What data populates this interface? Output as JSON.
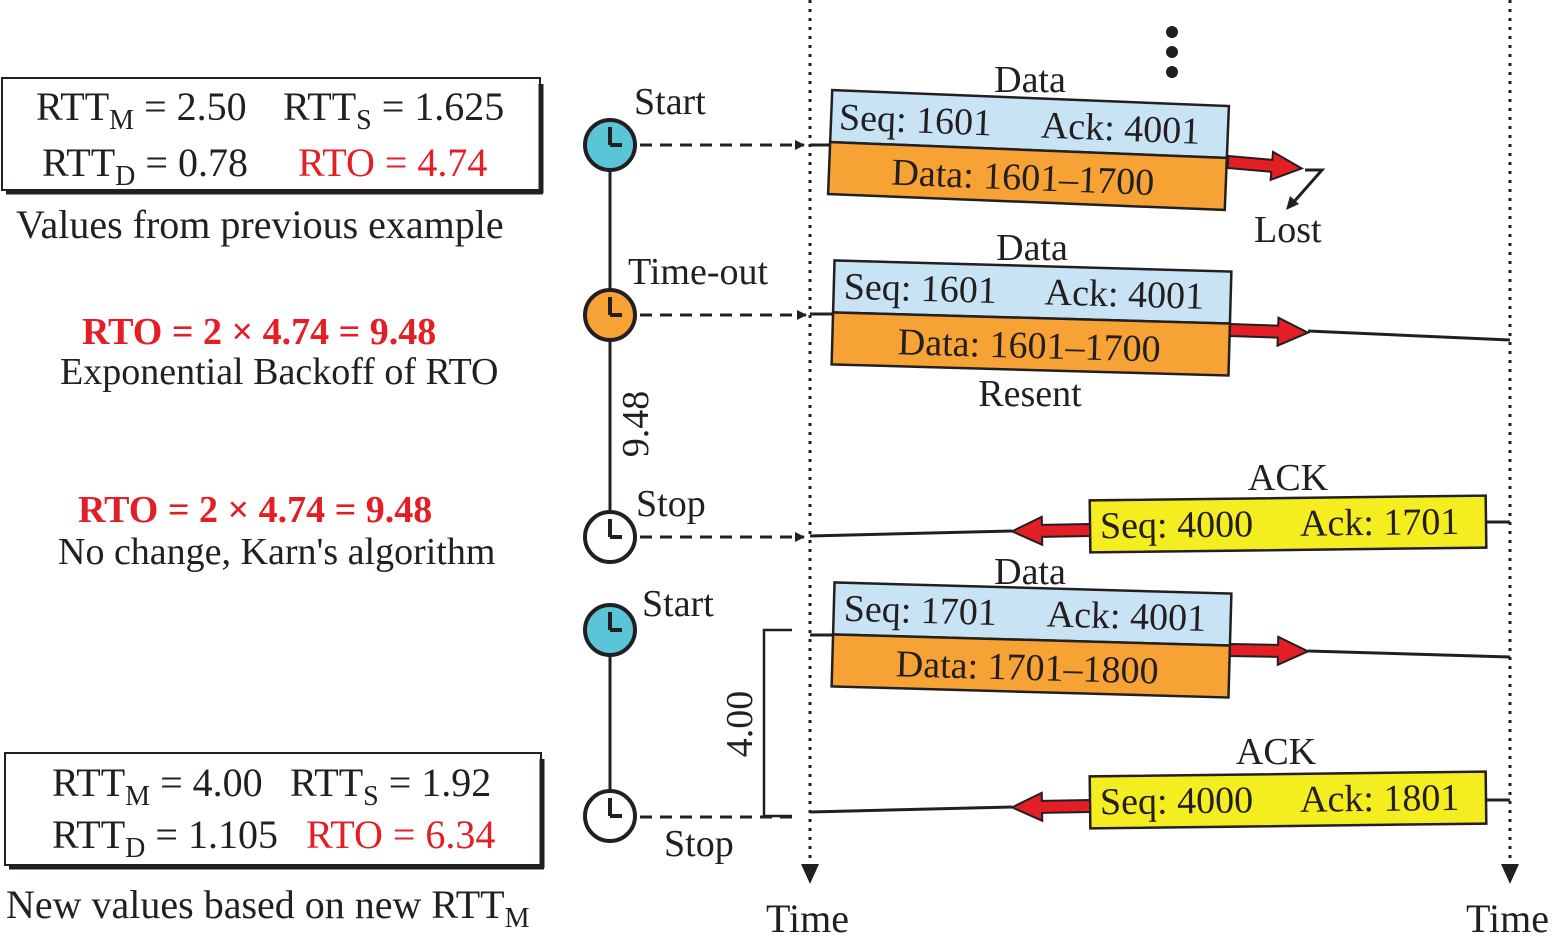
{
  "info_top": {
    "rttm_label": "RTT",
    "rttm_sub": "M",
    "rttm_value": " = 2.50",
    "rtts_label": "RTT",
    "rtts_sub": "S",
    "rtts_value": " = 1.625",
    "rttd_label": "RTT",
    "rttd_sub": "D",
    "rttd_value": " = 0.78",
    "rto": "RTO = 4.74",
    "caption": "Values from previous example"
  },
  "note_backoff": {
    "formula": "RTO = 2 × 4.74 = 9.48",
    "caption": "Exponential Backoff of RTO"
  },
  "note_karn": {
    "formula": "RTO = 2 × 4.74 = 9.48",
    "caption": "No change, Karn's algorithm"
  },
  "info_bottom": {
    "rttm_label": "RTT",
    "rttm_sub": "M",
    "rttm_value": " = 4.00",
    "rtts_label": "RTT",
    "rtts_sub": "S",
    "rtts_value": " = 1.92",
    "rttd_label": "RTT",
    "rttd_sub": "D",
    "rttd_value": " = 1.105",
    "rto": "RTO = 6.34",
    "caption_main": "New values based on new RTT",
    "caption_sub": "M"
  },
  "timers": [
    {
      "label": "Start",
      "color": "#5bc5d8"
    },
    {
      "label": "Time-out",
      "color": "#f7a234"
    },
    {
      "label": "Stop",
      "color": "#ffffff"
    },
    {
      "label": "Start",
      "color": "#5bc5d8"
    },
    {
      "label": "Stop",
      "color": "#ffffff"
    }
  ],
  "interval_1": "9.48",
  "interval_2": "4.00",
  "segments": [
    {
      "heading": "Data",
      "seq": "Seq: 1601",
      "ack": "Ack: 4001",
      "data": "Data: 1601–1700",
      "note": "Lost"
    },
    {
      "heading": "Data",
      "seq": "Seq: 1601",
      "ack": "Ack: 4001",
      "data": "Data: 1601–1700",
      "note": "Resent"
    },
    {
      "heading": "Data",
      "seq": "Seq: 1701",
      "ack": "Ack: 4001",
      "data": "Data: 1701–1800"
    }
  ],
  "acks": [
    {
      "heading": "ACK",
      "seq": "Seq: 4000",
      "ack": "Ack: 1701"
    },
    {
      "heading": "ACK",
      "seq": "Seq: 4000",
      "ack": "Ack: 1801"
    }
  ],
  "time_left": "Time",
  "time_right": "Time",
  "colors": {
    "header": "#c8e4f4",
    "data": "#f7a234",
    "ack": "#f4ee21",
    "arrow": "#e31e24",
    "clock_start": "#5bc5d8",
    "clock_timeout": "#f7a234"
  }
}
